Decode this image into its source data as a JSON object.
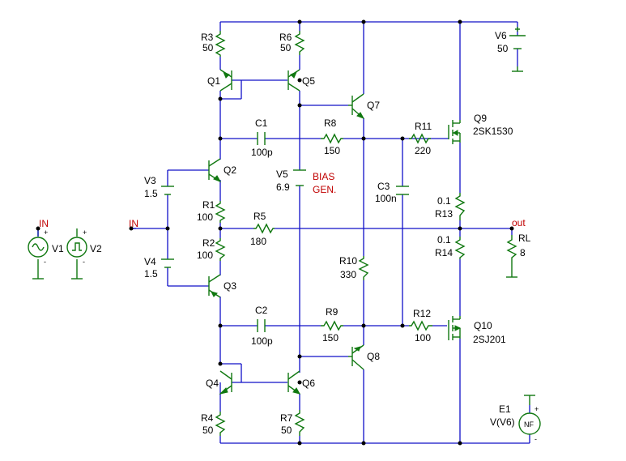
{
  "labels": {
    "R3": "R3",
    "R3v": "50",
    "R6": "R6",
    "R6v": "50",
    "V6": "V6",
    "V6v": "50",
    "Q1": "Q1",
    "Q5": "Q5",
    "Q7": "Q7",
    "Q9": "Q9",
    "Q9v": "2SK1530",
    "C1": "C1",
    "C1v": "100p",
    "R8": "R8",
    "R8v": "150",
    "R11": "R11",
    "R11v": "220",
    "V3": "V3",
    "V3v": "1.5",
    "Q2": "Q2",
    "V5": "V5",
    "V5v": "6.9",
    "BIAS": "BIAS",
    "GEN": "GEN.",
    "C3": "C3",
    "C3v": "100n",
    "R13v": "0.1",
    "R13": "R13",
    "R1": "R1",
    "R1v": "100",
    "R5": "R5",
    "R5v": "180",
    "IN1": "IN",
    "IN2": "IN",
    "V1": "V1",
    "V2": "V2",
    "out": "out",
    "RL": "RL",
    "RLv": "8",
    "R14v": "0.1",
    "R14": "R14",
    "R2": "R2",
    "R2v": "100",
    "V4": "V4",
    "V4v": "1.5",
    "R10": "R10",
    "R10v": "330",
    "Q3": "Q3",
    "C2": "C2",
    "C2v": "100p",
    "R9": "R9",
    "R9v": "150",
    "R12": "R12",
    "R12v": "100",
    "Q10": "Q10",
    "Q10v": "2SJ201",
    "Q8": "Q8",
    "Q4": "Q4",
    "Q6": "Q6",
    "E1": "E1",
    "E1v": "V(V6)",
    "NF": "NF",
    "R4": "R4",
    "R4v": "50",
    "R7": "R7",
    "R7v": "50",
    "plus": "+",
    "minus": "-"
  },
  "colors": {
    "wire": "#1010c8",
    "component": "#107810",
    "net_label": "#c00000",
    "text": "#000000"
  }
}
